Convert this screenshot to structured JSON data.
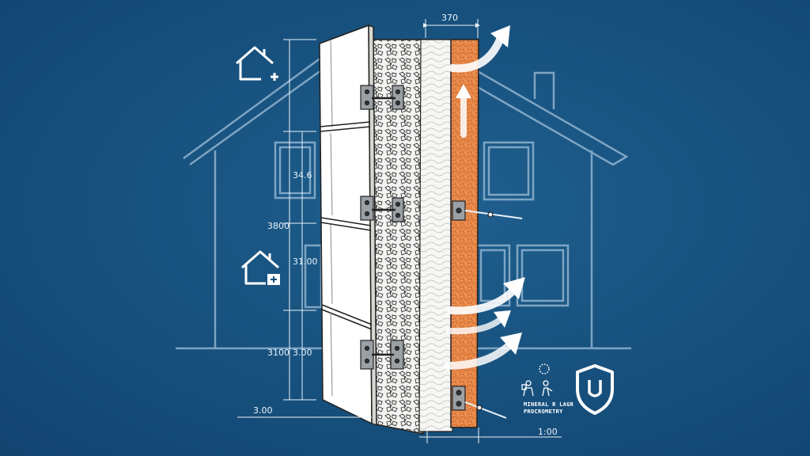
{
  "dimensions": {
    "top_width": "370",
    "bottom_width": "1:00",
    "bottom_left": "3.00",
    "left_outer_1": "3800",
    "left_outer_2": "3100",
    "left_inner_1": "34.6",
    "left_inner_2": "31.00",
    "left_inner_3": "3.00"
  },
  "caption": {
    "line1": "MINERAL R LAGR",
    "line2": "PROCROMETRY"
  },
  "icons": {
    "house_plus_top": "house-plus-icon",
    "house_plus_mid": "house-plus-icon",
    "shield": "shield-icon",
    "workers": "workers-icon"
  },
  "colors": {
    "background": "#17507d",
    "line": "#eaf2f8",
    "insulation": "#e8894a"
  }
}
